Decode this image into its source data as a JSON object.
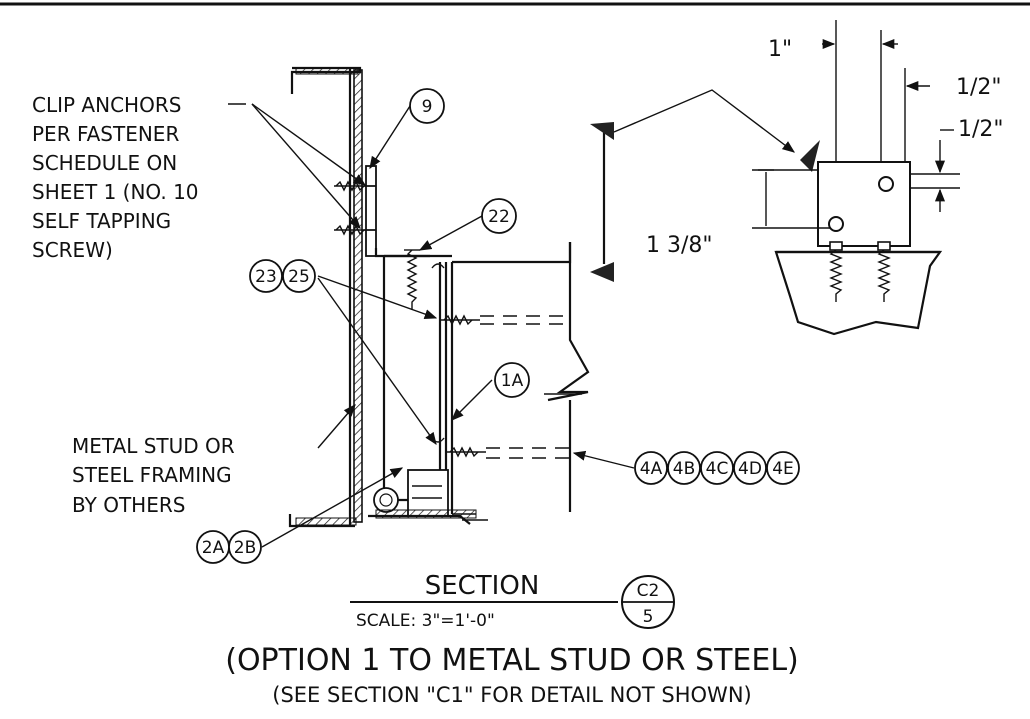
{
  "clip_note": [
    "CLIP ANCHORS",
    "PER FASTENER",
    "SCHEDULE ON",
    "SHEET 1 (NO. 10",
    "SELF TAPPING",
    "SCREW)"
  ],
  "stud_note": [
    "METAL STUD OR",
    "STEEL FRAMING",
    "BY OTHERS"
  ],
  "callouts": {
    "c9": "9",
    "c22": "22",
    "c23": "23",
    "c25": "25",
    "c1a": "1A",
    "c2a": "2A",
    "c2b": "2B",
    "c4a": "4A",
    "c4b": "4B",
    "c4c": "4C",
    "c4d": "4D",
    "c4e": "4E"
  },
  "dimensions": {
    "d_1in": "1\"",
    "d_half_a": "1/2\"",
    "d_half_b": "1/2\"",
    "d_1_3_8": "1 3/8\""
  },
  "section": {
    "title": "SECTION",
    "scale": "SCALE: 3\"=1'-0\"",
    "ref_top": "C2",
    "ref_bottom": "5"
  },
  "option_text": "(OPTION 1 TO METAL STUD OR STEEL)",
  "see_text": "(SEE SECTION \"C1\" FOR DETAIL NOT SHOWN)"
}
